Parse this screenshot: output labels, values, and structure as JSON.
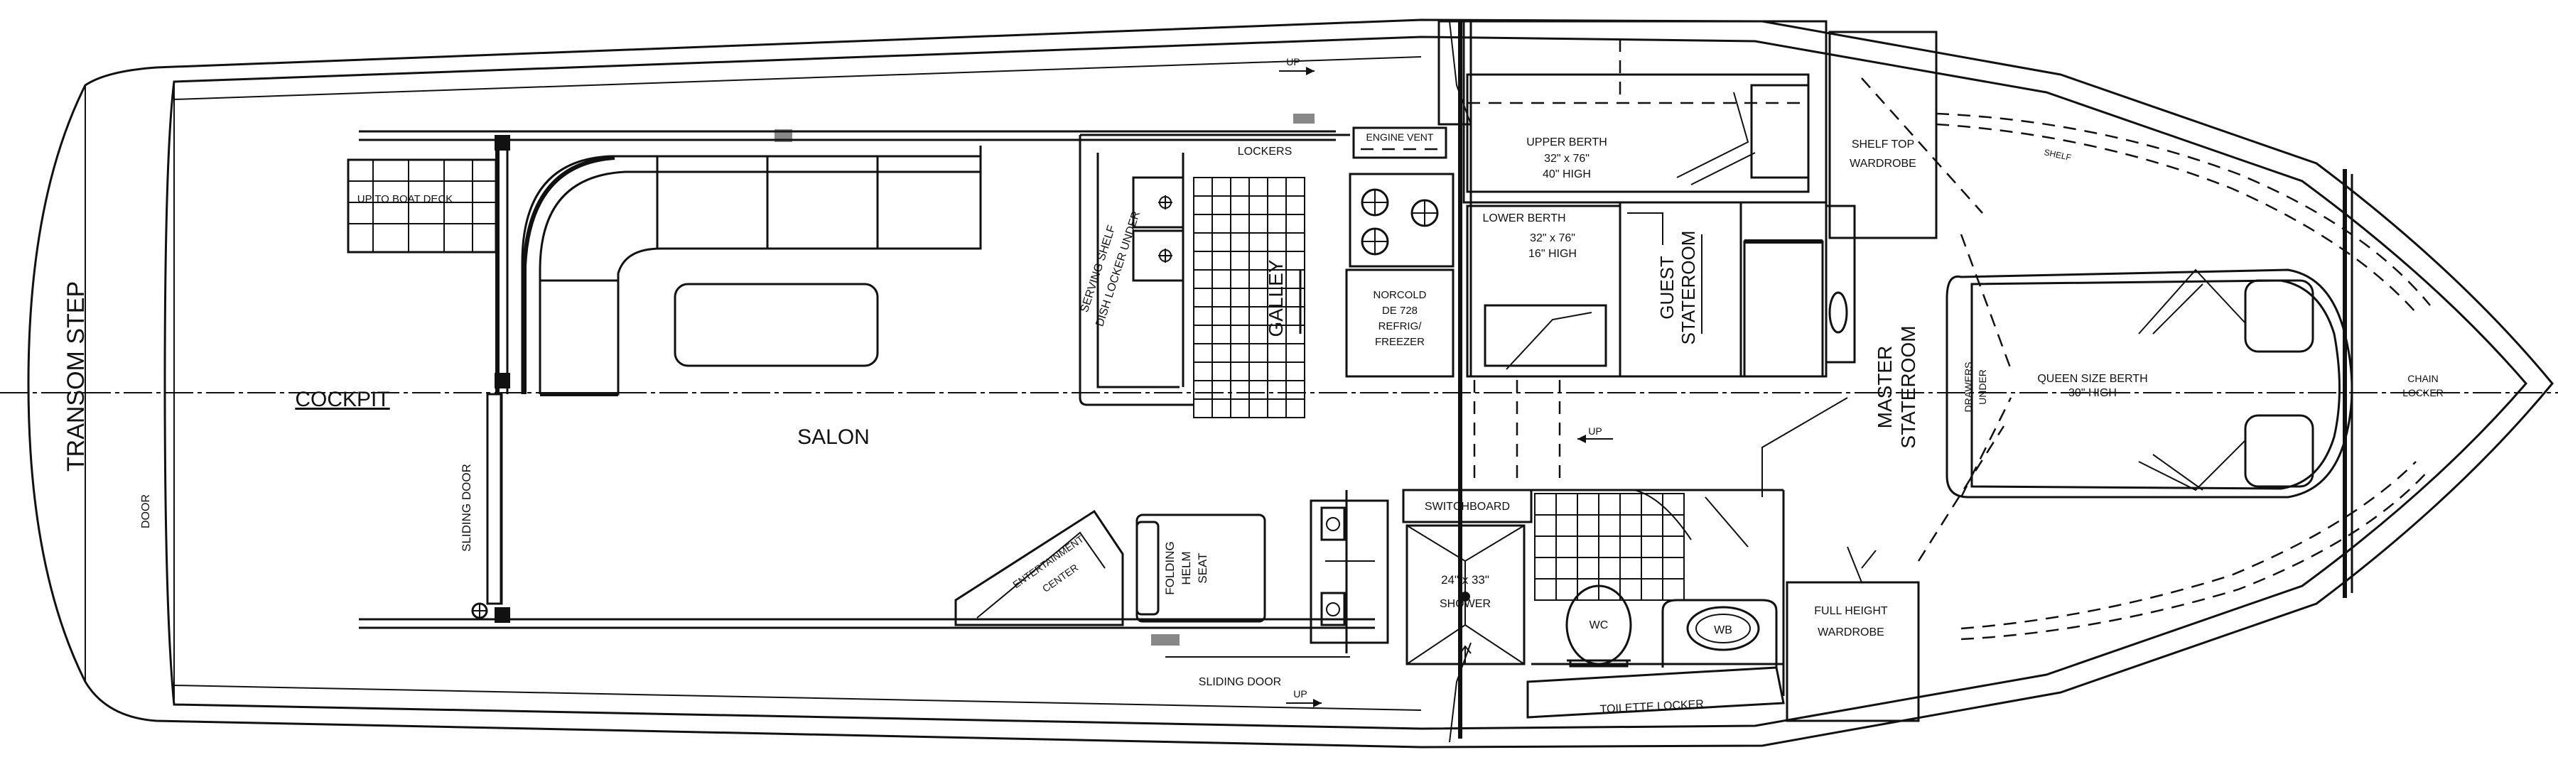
{
  "labels": {
    "transom_step": "TRANSOM STEP",
    "door": "DOOR",
    "cockpit": "COCKPIT",
    "up_to_boat_deck": "UP TO BOAT DECK",
    "sliding_door_aft": "SLIDING DOOR",
    "salon": "SALON",
    "lockers": "LOCKERS",
    "engine_vent": "ENGINE VENT",
    "serving_shelf": "SERVING SHELF",
    "dish_locker_under": "DISH LOCKER UNDER",
    "galley": "GALLEY",
    "norcold": "NORCOLD",
    "norcold_model": "DE 728",
    "refrig": "REFRIG/",
    "freezer": "FREEZER",
    "entertainment": "ENTERTAINMENT",
    "center": "CENTER",
    "folding": "FOLDING",
    "helm": "HELM",
    "seat": "SEAT",
    "sliding_door_stbd": "SLIDING DOOR",
    "up_stbd": "UP",
    "up_port": "UP",
    "up_mid": "UP",
    "switchboard": "SWITCHBOARD",
    "shower_size": "24\" x 33\"",
    "shower": "SHOWER",
    "wc": "WC",
    "wb": "WB",
    "toilette_locker": "TOILETTE LOCKER",
    "full_height": "FULL HEIGHT",
    "wardrobe_full": "WARDROBE",
    "upper_berth": "UPPER BERTH",
    "upper_berth_size": "32\" x 76\"",
    "upper_berth_high": "40\" HIGH",
    "lower_berth": "LOWER BERTH",
    "lower_berth_size": "32\" x 76\"",
    "lower_berth_high": "16\" HIGH",
    "guest": "GUEST",
    "stateroom_guest": "STATEROOM",
    "shelf_top": "SHELF TOP",
    "wardrobe_shelf": "WARDROBE",
    "shelf": "SHELF",
    "master": "MASTER",
    "stateroom_master": "STATEROOM",
    "drawers": "DRAWERS",
    "under": "UNDER",
    "queen_size_berth": "QUEEN SIZE BERTH",
    "queen_high": "30\" HIGH",
    "chain": "CHAIN",
    "locker": "LOCKER"
  }
}
